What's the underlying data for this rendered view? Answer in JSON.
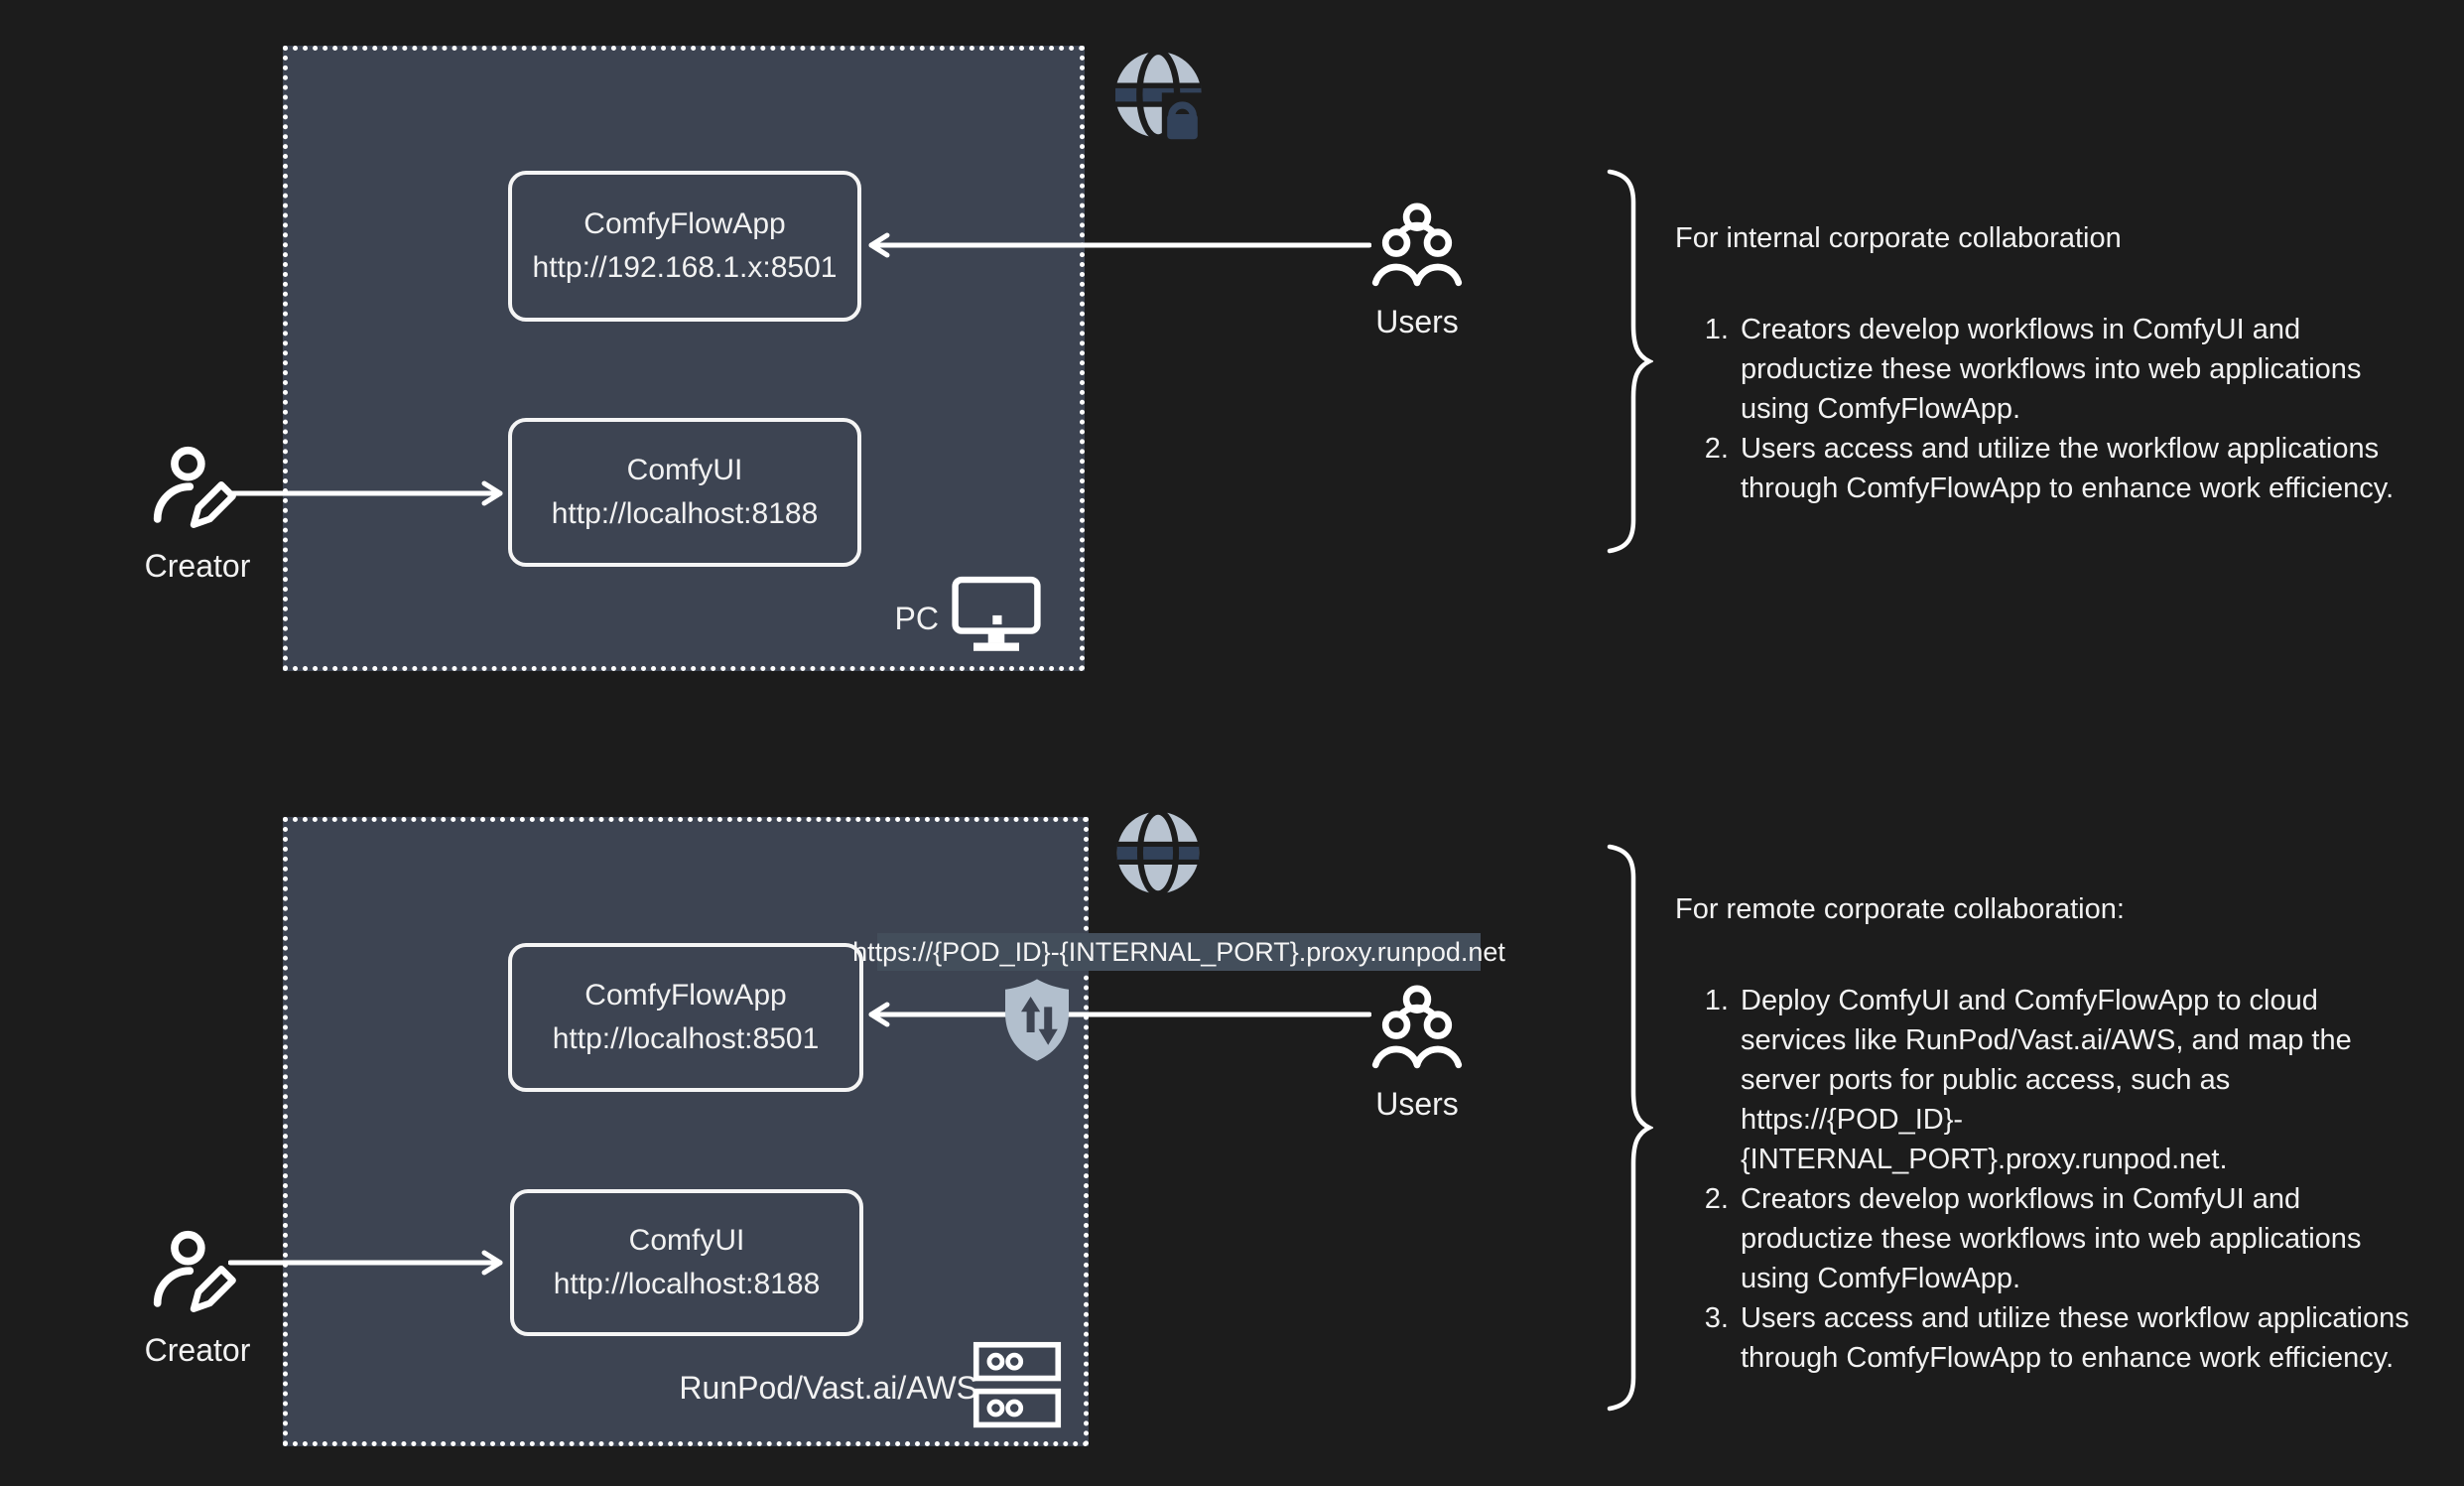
{
  "colors": {
    "background": "#1c1c1c",
    "panel_fill": "#3d4452",
    "stroke_white": "#ffffff",
    "icon_light": "#b9c4d1",
    "icon_dark": "#32425a",
    "badge_bg": "#434e5b"
  },
  "icons": {
    "creator": "person-with-pencil",
    "users": "three-person-group",
    "globe_lock": "globe-with-padlock",
    "globe": "globe",
    "shield": "shield-with-up-down-arrows",
    "monitor": "desktop-monitor",
    "server": "server-stack"
  },
  "s1": {
    "creator": "Creator",
    "users": "Users",
    "pc": "PC",
    "apps": [
      {
        "name": "ComfyFlowApp",
        "url": "http://192.168.1.x:8501"
      },
      {
        "name": "ComfyUI",
        "url": "http://localhost:8188"
      }
    ],
    "note": {
      "heading": "For internal corporate collaboration",
      "items": [
        "Creators develop workflows in ComfyUI and productize these workflows into web applications using ComfyFlowApp.",
        "Users access and utilize the workflow applications through ComfyFlowApp to enhance work efficiency."
      ]
    }
  },
  "s2": {
    "creator": "Creator",
    "users": "Users",
    "host": "RunPod/Vast.ai/AWS",
    "proxy_url": "https://{POD_ID}-{INTERNAL_PORT}.proxy.runpod.net",
    "apps": [
      {
        "name": "ComfyFlowApp",
        "url": "http://localhost:8501"
      },
      {
        "name": "ComfyUI",
        "url": "http://localhost:8188"
      }
    ],
    "note": {
      "heading": "For remote corporate collaboration:",
      "items": [
        "Deploy ComfyUI and ComfyFlowApp to cloud services like RunPod/Vast.ai/AWS, and map the server ports for public access, such as https://{POD_ID}-{INTERNAL_PORT}.proxy.runpod.net.",
        "Creators develop workflows in ComfyUI and productize these workflows into web applications using ComfyFlowApp.",
        "Users access and utilize these workflow applications through ComfyFlowApp to enhance work efficiency."
      ]
    }
  }
}
